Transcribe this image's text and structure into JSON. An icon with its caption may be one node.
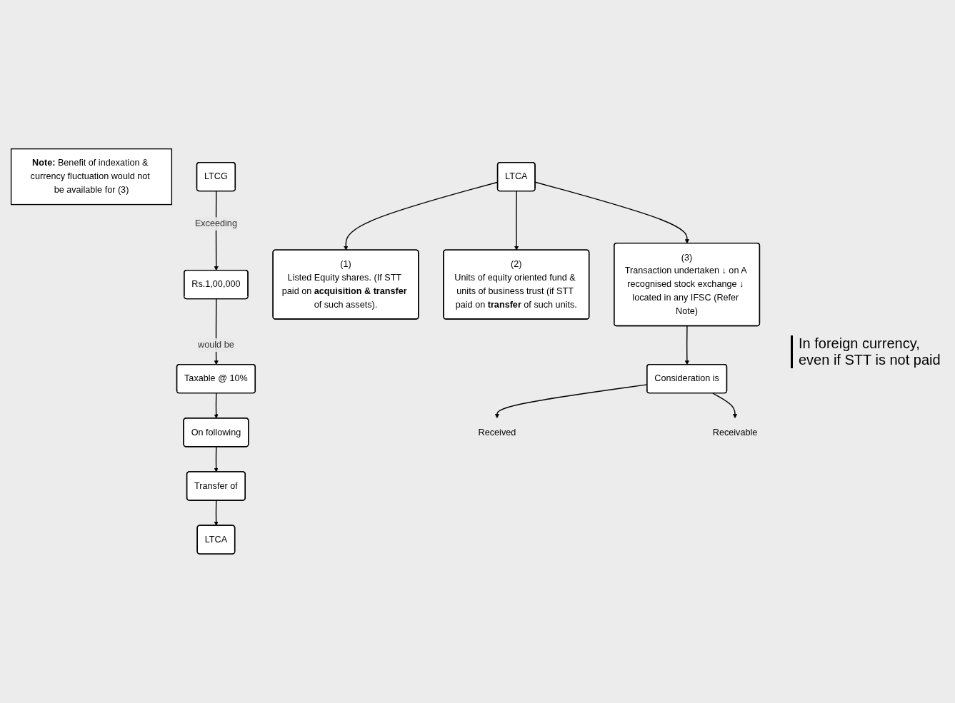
{
  "diagram": {
    "nodes": [
      {
        "text": [
          "LTCG"
        ]
      },
      {
        "text": [
          "Rs.1,00,000"
        ]
      },
      {
        "text": [
          "Taxable @ 10%"
        ]
      },
      {
        "text": [
          "On following"
        ]
      },
      {
        "text": [
          "Transfer of"
        ]
      },
      {
        "text": [
          "LTCA"
        ]
      },
      {
        "text": [
          "LTCA"
        ]
      },
      {
        "text": [
          "(1)",
          "Listed Equity shares. (If STT paid on **acquisition & transfer** of such assets)."
        ]
      },
      {
        "text": [
          "(2)",
          "Units of equity oriented fund & units of business trust (if STT paid on **transfer** of such units."
        ]
      },
      {
        "text": [
          "(3)",
          "Transaction undertaken ↓ on A recognised stock exchange ↓ located in any IFSC (Refer Note)"
        ]
      },
      {
        "text": [
          "Consideration is"
        ]
      },
      {
        "text": [
          "Received"
        ]
      },
      {
        "text": [
          "Receivable"
        ]
      },
      {
        "text": [
          "**Note:** Benefit of indexation & currency fluctuation would not be available for (3)"
        ]
      }
    ],
    "edges": [
      {
        "from": 0,
        "to": 1,
        "arrow": "to",
        "label": "Exceeding"
      },
      {
        "from": 1,
        "to": 2,
        "arrow": "to",
        "label": "would be"
      },
      {
        "from": 2,
        "to": 3,
        "arrow": "to"
      },
      {
        "from": 3,
        "to": 4,
        "arrow": "to"
      },
      {
        "from": 4,
        "to": 5,
        "arrow": "to"
      },
      {
        "from": 6,
        "to": 7,
        "arrow": "to"
      },
      {
        "from": 6,
        "to": 8,
        "arrow": "to"
      },
      {
        "from": 6,
        "to": 9,
        "arrow": "to"
      },
      {
        "from": 9,
        "to": 10,
        "arrow": "to"
      },
      {
        "from": 10,
        "to": 11,
        "arrow": "to"
      },
      {
        "from": 10,
        "to": 12,
        "arrow": "to"
      }
    ],
    "labels": [
      "In foreign currency, even if STT is not paid"
    ]
  }
}
